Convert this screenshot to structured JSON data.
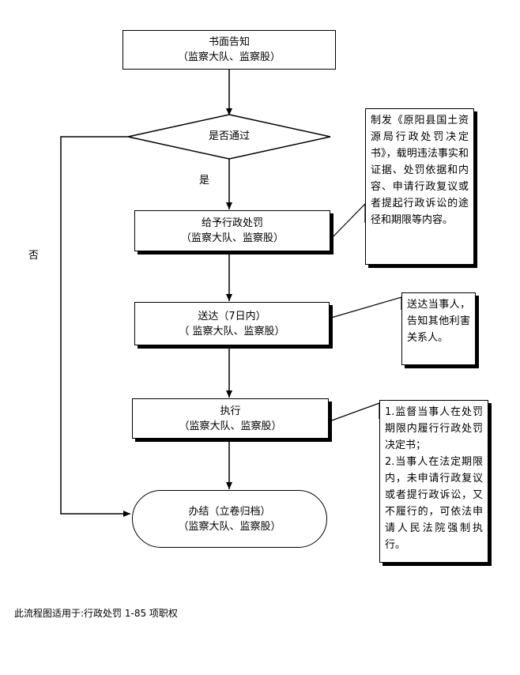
{
  "nodes": {
    "notify": {
      "line1": "书面告知",
      "line2": "（监察大队、监察股）"
    },
    "decision": {
      "label": "是否通过"
    },
    "penalty": {
      "line1": "给予行政处罚",
      "line2": "（监察大队、监察股）"
    },
    "deliver": {
      "line1": "送达（7日内）",
      "line2": "（ 监察大队、监察股）"
    },
    "execute": {
      "line1": "执行",
      "line2": "（监察大队、监察股）"
    },
    "close": {
      "line1": "办结（立卷归档）",
      "line2": "（监察大队、监察股）"
    }
  },
  "edge_labels": {
    "yes": "是",
    "no": "否"
  },
  "notes": {
    "penalty_note": "制发《原阳县国土资源局行政处罚决定书》，载明违法事实和证据、处罚依据和内容、申请行政复议或者提起行政诉讼的途径和期限等内容。",
    "deliver_note": "送达当事人，告知其他利害关系人。",
    "execute_note_1": "1.监督当事人在处罚期限内履行行政处罚决定书；",
    "execute_note_2": "2.当事人在法定期限内，未申请行政复议或者提行政诉讼，又不履行的，可依法申请人民法院强制执行。"
  },
  "footnote": "此流程图适用于:行政处罚 1-85 项职权"
}
